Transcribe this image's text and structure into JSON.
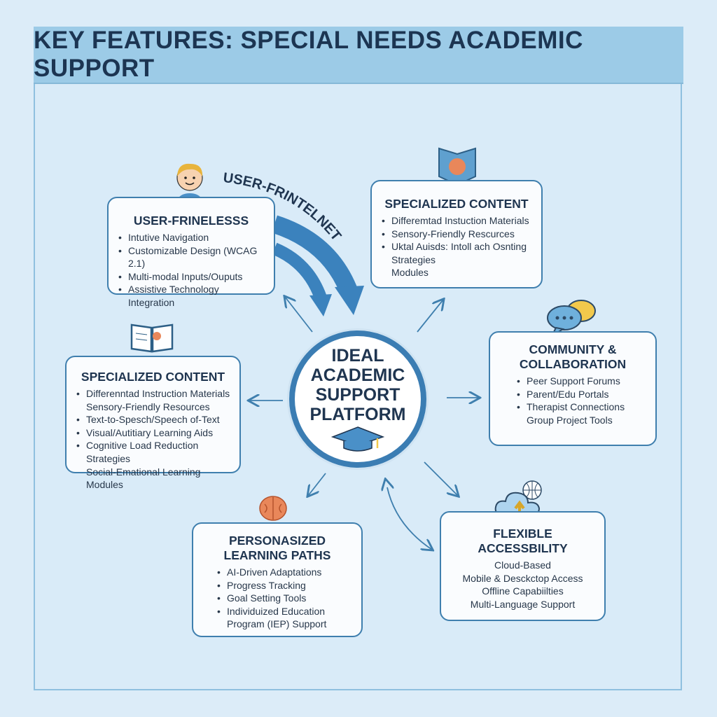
{
  "title": "KEY FEATURES: SPECIAL NEEDS ACADEMIC SUPPORT",
  "curved_label": "USER-FRINTELNETSS",
  "hub": {
    "lines": [
      "IDEAL",
      "ACADEMIC",
      "SUPPORT",
      "PLATFORM"
    ]
  },
  "boxes": {
    "user": {
      "title": "USER-FRINELESSS",
      "items": [
        "Intutive Navigation",
        "Customizable Design (WCAG 2.1)",
        "Multi-modal Inputs/Ouputs",
        "Assistive Technology Integration"
      ]
    },
    "content_top": {
      "title": "SPECIALIZED CONTENT",
      "items": [
        "Differemtad Instuction Materials",
        "Sensory-Friendly Rescurces",
        "Uktal Auisds: Intoll ach Osnting",
        "Strategies",
        "Modules"
      ]
    },
    "content_left": {
      "title": "SPECIALIZED CONTENT",
      "items": [
        "Differenntad Instruction Materials",
        "Sensory-Friendly Resources",
        "Text-to-Spesch/Speech of-Text",
        "Visual/Autitiary Learning Aids",
        "Cognitive Load Reduction Strategies",
        "Social-Emational Learning Modules"
      ]
    },
    "community": {
      "title": "COMMUNITY & COLLABORATION",
      "items": [
        "Peer Support Forums",
        "Parent/Edu Portals",
        "Therapist Connections",
        "Group Project Tools"
      ]
    },
    "personalized": {
      "title": "PERSONASIZED LEARNING PATHS",
      "items": [
        "AI-Driven Adaptations",
        "Progress Tracking",
        "Goal Setting Tools",
        "Individuized Education Program (IEP) Support"
      ]
    },
    "flexible": {
      "title": "FLEXIBLE ACCESSBILITY",
      "items": [
        "Cloud-Based",
        "Mobile & Desckctop Access",
        "Offline Capabiilties",
        "Multi-Language Support"
      ]
    }
  },
  "colors": {
    "accent": "#3b7db3",
    "title_bar": "#9ccbe7",
    "background": "#dcecf8",
    "text": "#1f3550"
  }
}
